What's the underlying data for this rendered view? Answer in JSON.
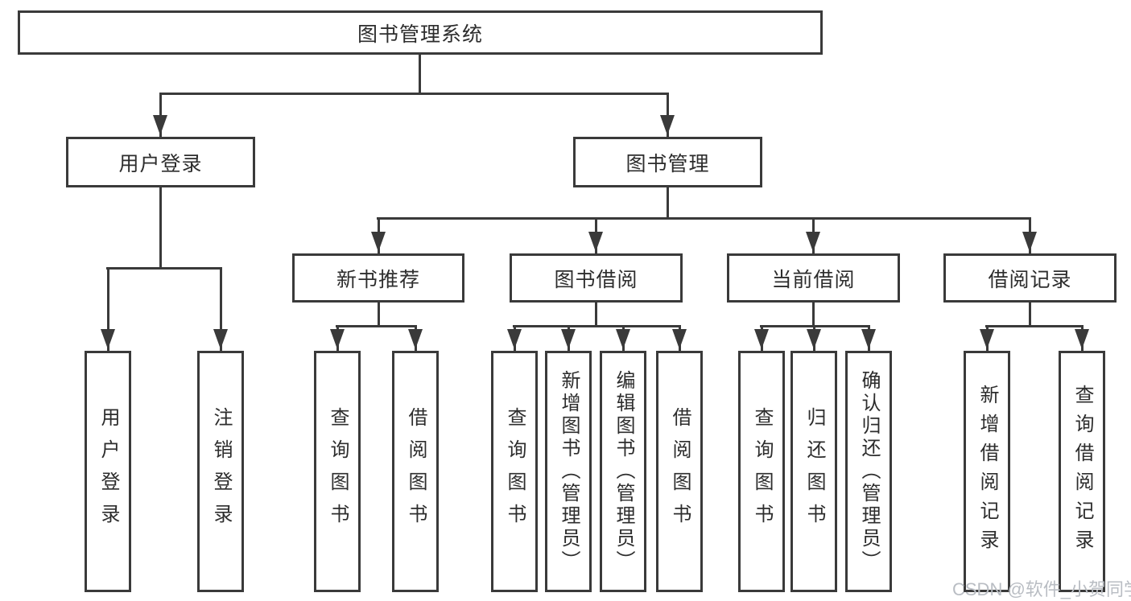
{
  "tree": {
    "root_label": "图书管理系统",
    "branches": [
      {
        "label": "用户登录",
        "children": [
          {
            "label": "用户登录"
          },
          {
            "label": "注销登录"
          }
        ]
      },
      {
        "label": "图书管理",
        "children": [
          {
            "label": "新书推荐",
            "children": [
              {
                "label": "查询图书"
              },
              {
                "label": "借阅图书"
              }
            ]
          },
          {
            "label": "图书借阅",
            "children": [
              {
                "label": "查询图书"
              },
              {
                "label": "新增图书（管理员）"
              },
              {
                "label": "编辑图书（管理员）"
              },
              {
                "label": "借阅图书"
              }
            ]
          },
          {
            "label": "当前借阅",
            "children": [
              {
                "label": "查询图书"
              },
              {
                "label": "归还图书"
              },
              {
                "label": "确认归还（管理员）"
              }
            ]
          },
          {
            "label": "借阅记录",
            "children": [
              {
                "label": "新增借阅记录"
              },
              {
                "label": "查询借阅记录"
              }
            ]
          }
        ]
      }
    ]
  },
  "watermark": {
    "text": "CSDN @软件_小贺同学"
  },
  "colors": {
    "line": "#3a3a3a",
    "text": "#2d2d2d",
    "watermark": "#b9bdc3",
    "background": "#ffffff"
  }
}
